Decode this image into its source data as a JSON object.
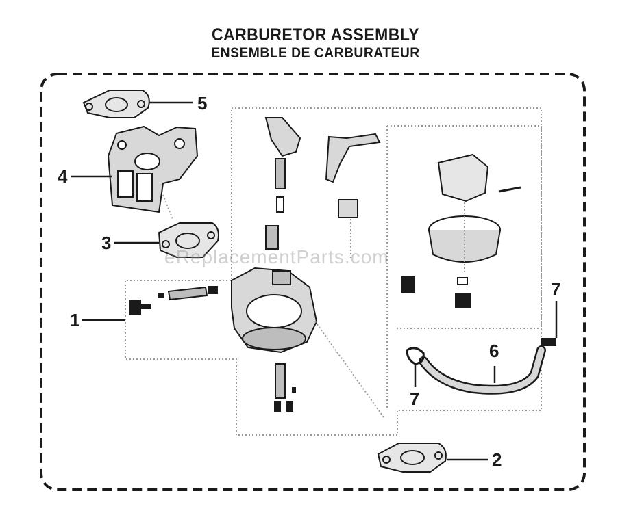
{
  "title": "CARBURETOR ASSEMBLY",
  "subtitle": "ENSEMBLE DE CARBURATEUR",
  "watermark": "eReplacementParts.com",
  "callouts": {
    "c1": "1",
    "c2": "2",
    "c3": "3",
    "c4": "4",
    "c5": "5",
    "c6": "6",
    "c7_top": "7",
    "c7_bottom": "7"
  },
  "colors": {
    "ink": "#1a1a1a",
    "part_fill": "#d8d8d8",
    "dotted": "#9a9a9a"
  }
}
